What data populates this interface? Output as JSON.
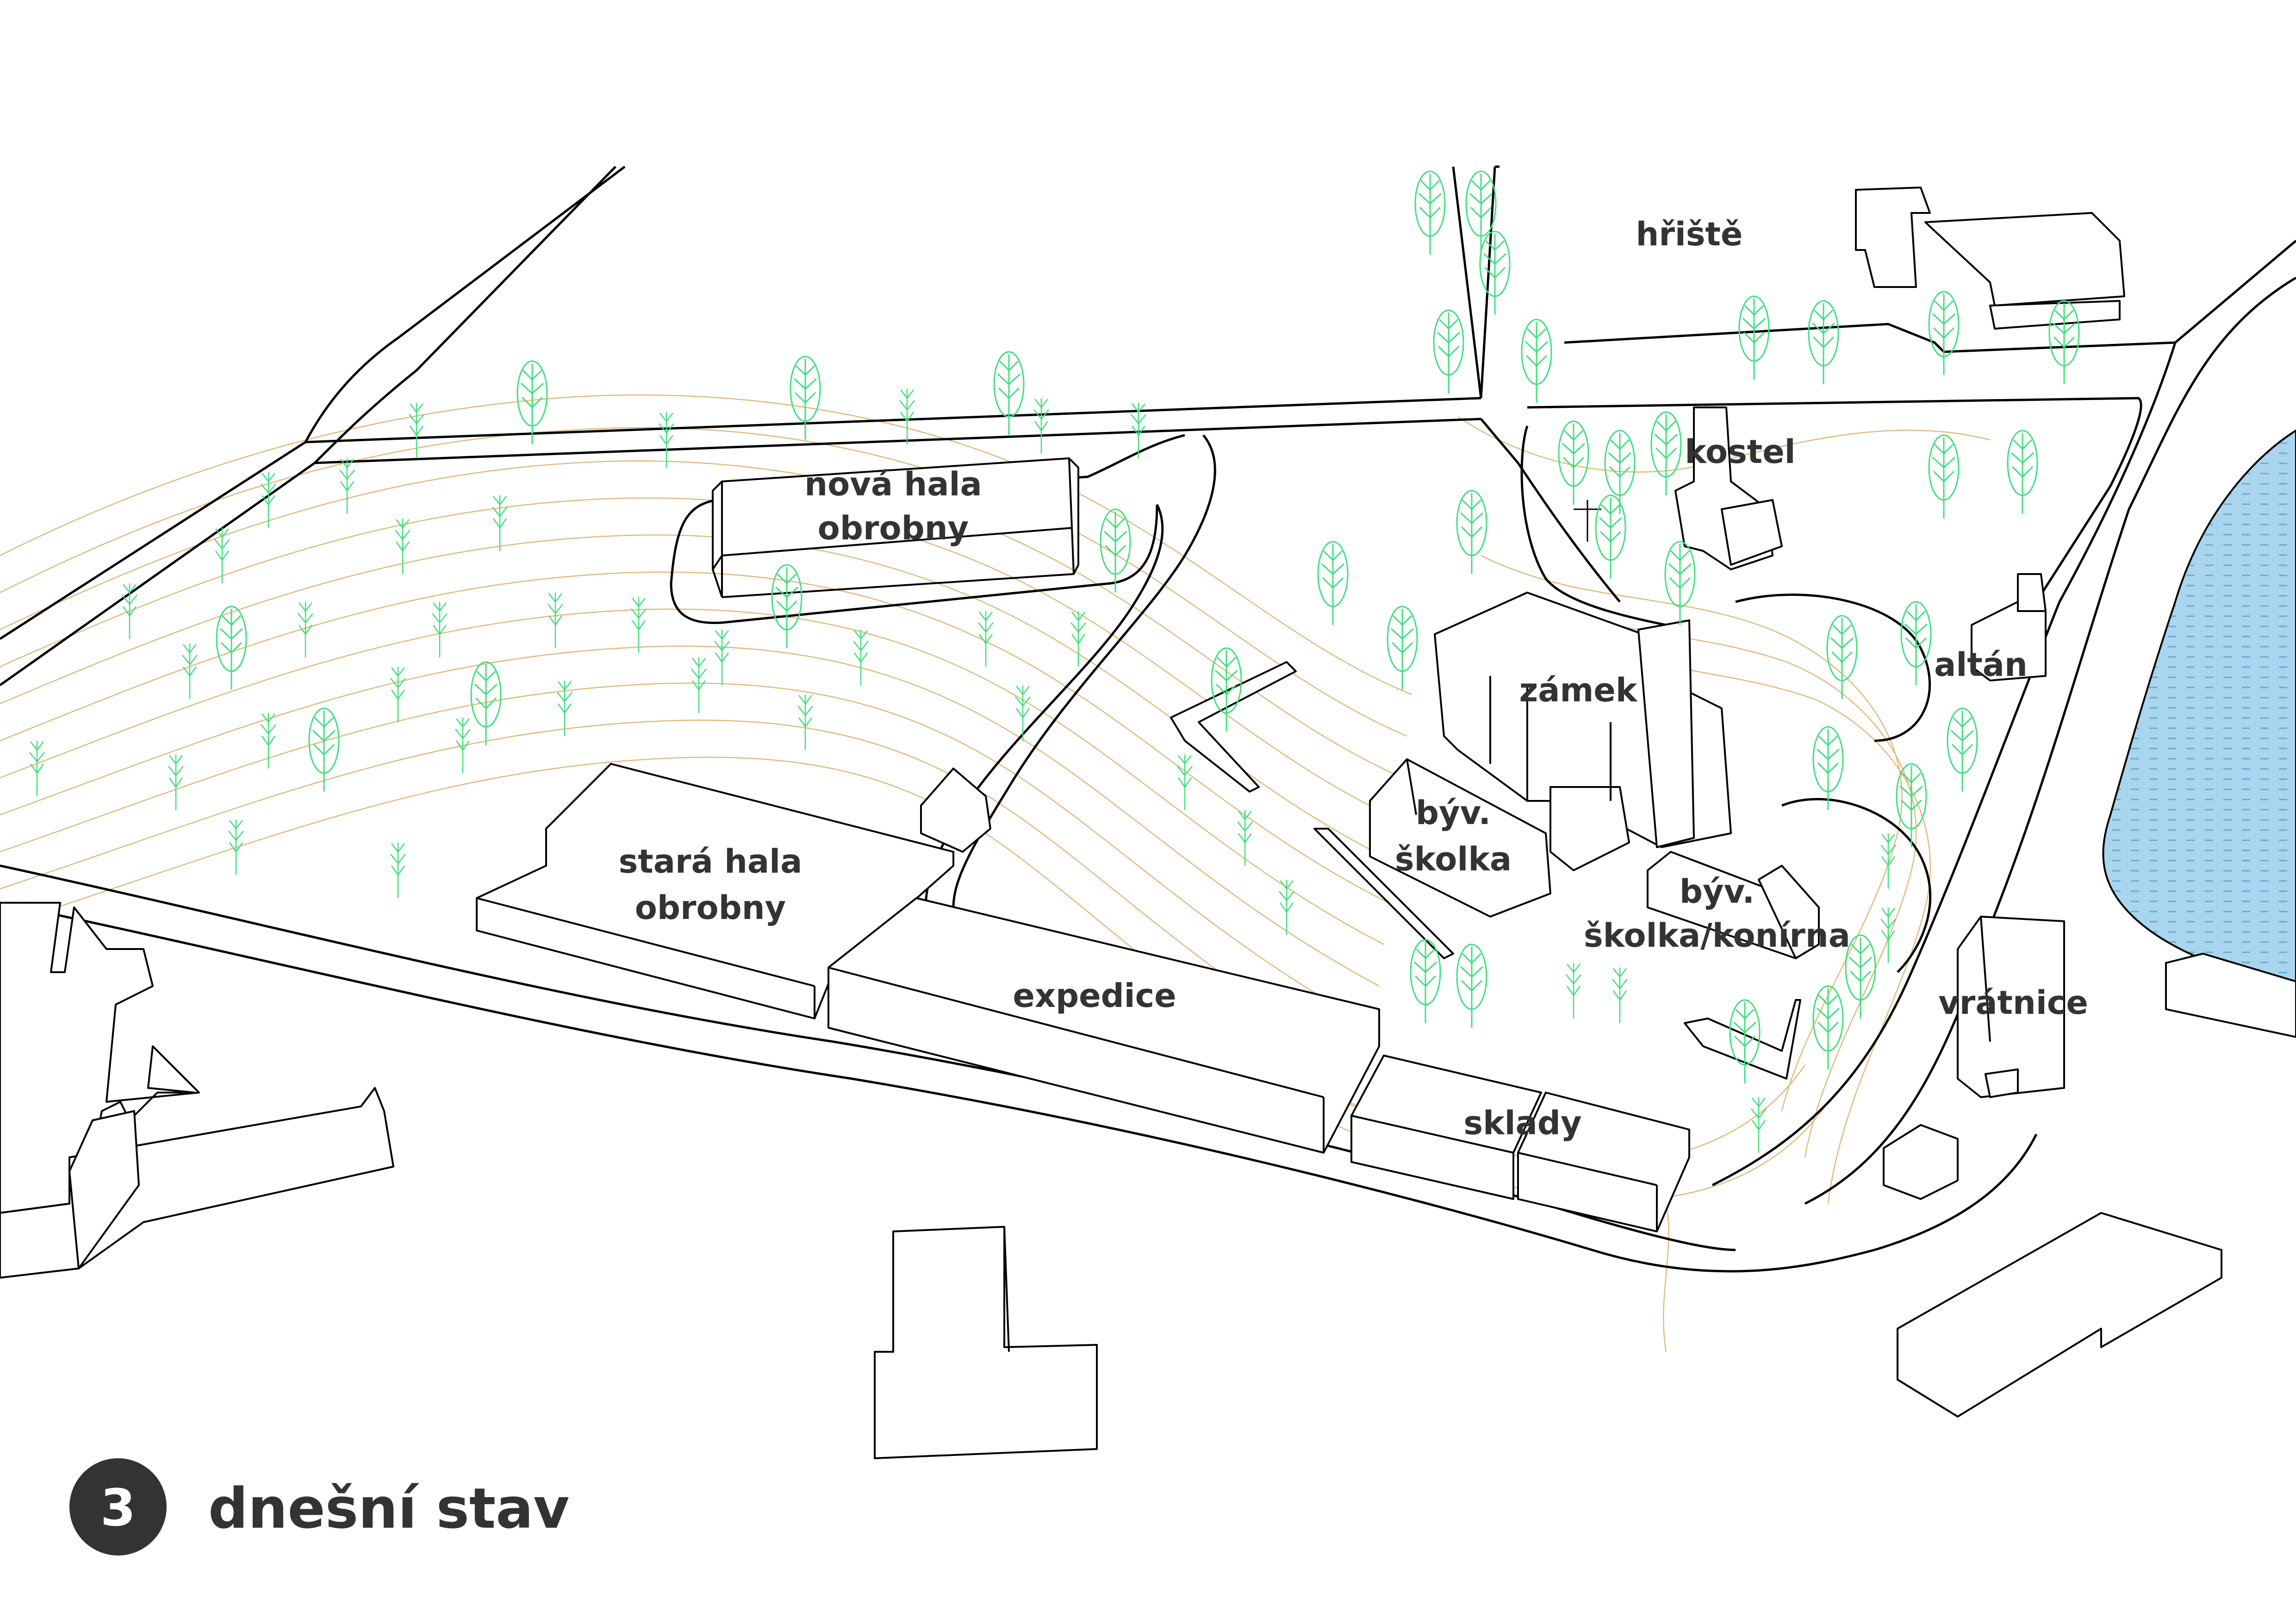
{
  "legend": {
    "number": "3",
    "title": "dnešní stav"
  },
  "labels": {
    "hriste": "hřiště",
    "kostel": "kostel",
    "nova_hala_1": "nová hala",
    "nova_hala_2": "obrobny",
    "zamek": "zámek",
    "altan": "altán",
    "byv_skolka_1": "býv.",
    "byv_skolka_2": "školka",
    "byv_konirna_1": "býv.",
    "byv_konirna_2": "školka/konírna",
    "stara_hala_1": "stará hala",
    "stara_hala_2": "obrobny",
    "expedice": "expedice",
    "sklady": "sklady",
    "vratnice": "vrátnice"
  },
  "colors": {
    "contour": "#e2b97a",
    "tree": "#3ee07c",
    "water": "#a9d6ee",
    "water_dash": "#6fa9cf",
    "label": "#333333",
    "building_outline": "#000000"
  }
}
